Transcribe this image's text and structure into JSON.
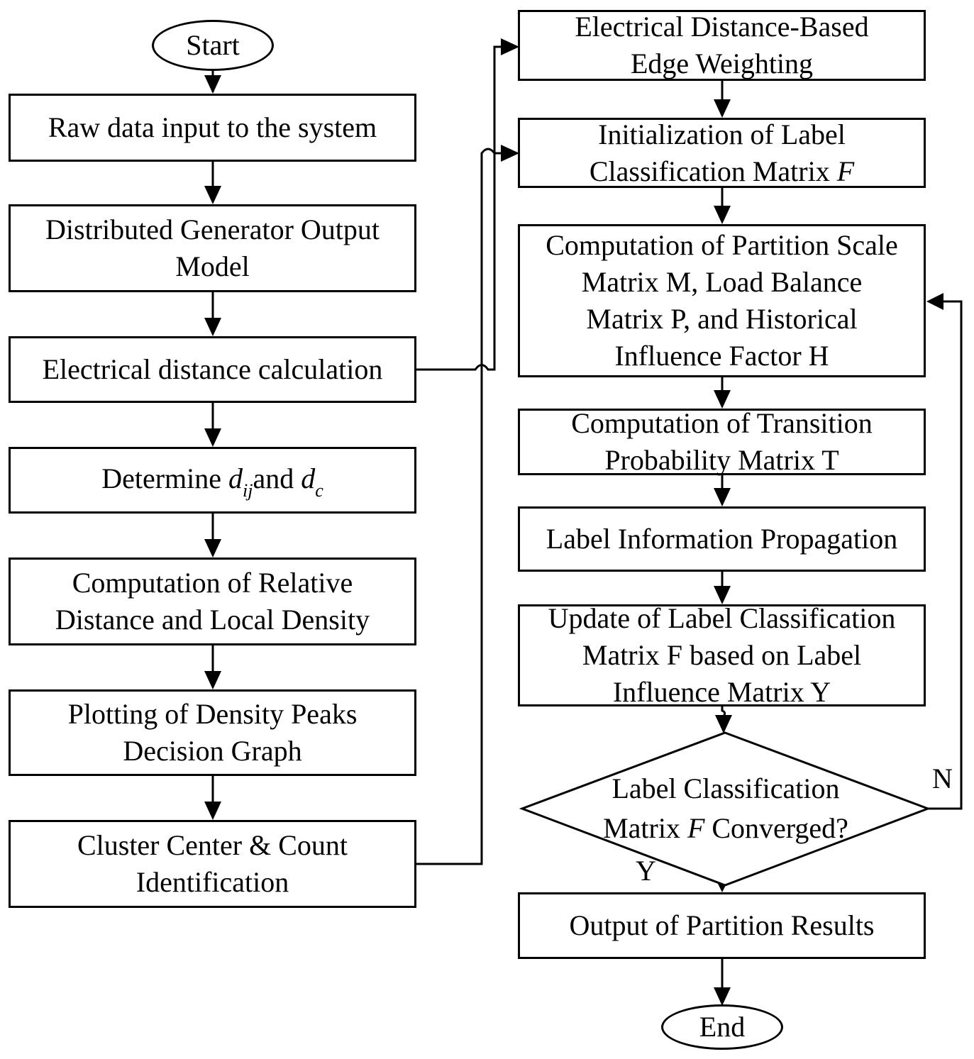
{
  "nodes": {
    "start": "Start",
    "raw_data": "Raw data input to the system",
    "dg_model": [
      "Distributed Generator Output",
      "Model"
    ],
    "elec_dist": "Electrical distance calculation",
    "determine": {
      "prefix": "Determine",
      "var1": "d",
      "var1_sub": "ij",
      "mid": "and",
      "var2": "d",
      "var2_sub": "c"
    },
    "rel_dist": [
      "Computation of Relative",
      "Distance and Local Density"
    ],
    "density_plot": [
      "Plotting of Density Peaks",
      "Decision Graph"
    ],
    "cluster_center": [
      "Cluster Center & Count",
      "Identification"
    ],
    "edge_weight": [
      "Electrical Distance-Based",
      "Edge Weighting"
    ],
    "init_label": {
      "line1": "Initialization of Label",
      "line2_text": "Classification Matrix ",
      "line2_var": "F"
    },
    "partition_scale": [
      "Computation of Partition Scale",
      "Matrix M, Load Balance",
      "Matrix P, and Historical",
      "Influence Factor H"
    ],
    "transition": [
      "Computation of Transition",
      "Probability Matrix T"
    ],
    "propagation": "Label Information Propagation",
    "update_label": [
      "Update of Label Classification",
      "Matrix F based on Label",
      "Influence Matrix Y"
    ],
    "decision": {
      "line1": "Label Classification",
      "line2_pre": "Matrix ",
      "line2_var": "F",
      "line2_post": " Converged?"
    },
    "output": "Output of Partition Results",
    "end": "End"
  },
  "edge_labels": {
    "no": "N",
    "yes": "Y"
  }
}
